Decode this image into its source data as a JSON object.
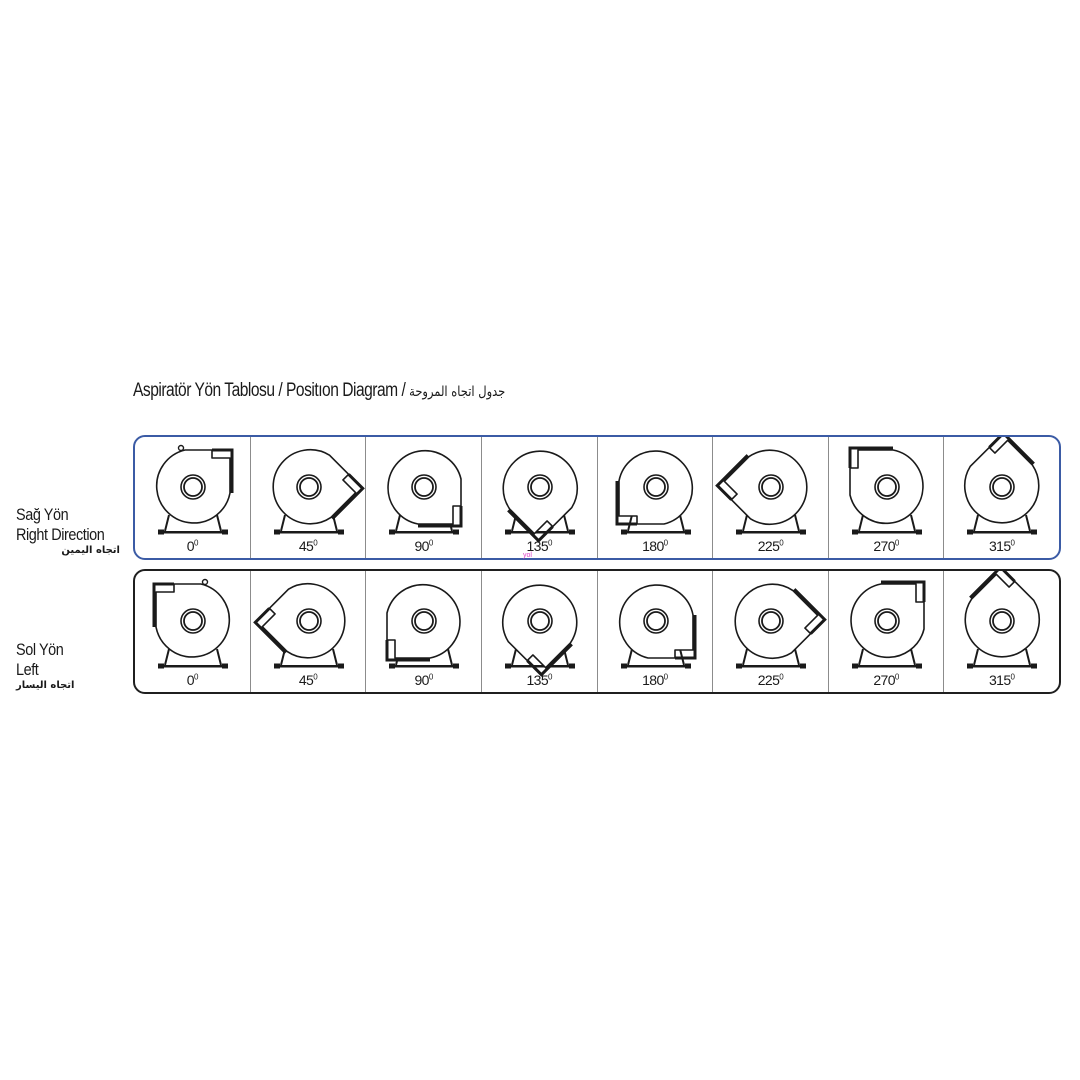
{
  "title": {
    "main": "Aspiratör Yön Tablosu / Positıon Diagram / ",
    "arabic": "جدول اتجاه المروحة"
  },
  "rows": [
    {
      "key": "right",
      "label_tr": "Sağ Yön",
      "label_en": "Right Direction",
      "label_ar": "اتجاه اليمين",
      "rotation": "clockwise",
      "border_color": "#3b5ba5",
      "angles": [
        0,
        45,
        90,
        135,
        180,
        225,
        270,
        315
      ]
    },
    {
      "key": "left",
      "label_tr": "Sol Yön",
      "label_en": "Left",
      "label_ar": "اتجاه اليسار",
      "rotation": "counterclockwise",
      "border_color": "#1f1f1f",
      "angles": [
        0,
        45,
        90,
        135,
        180,
        225,
        270,
        315
      ]
    }
  ],
  "degree_mark": "0",
  "watermark": "yol",
  "icons": {
    "fan": "centrifugal-fan-icon"
  }
}
